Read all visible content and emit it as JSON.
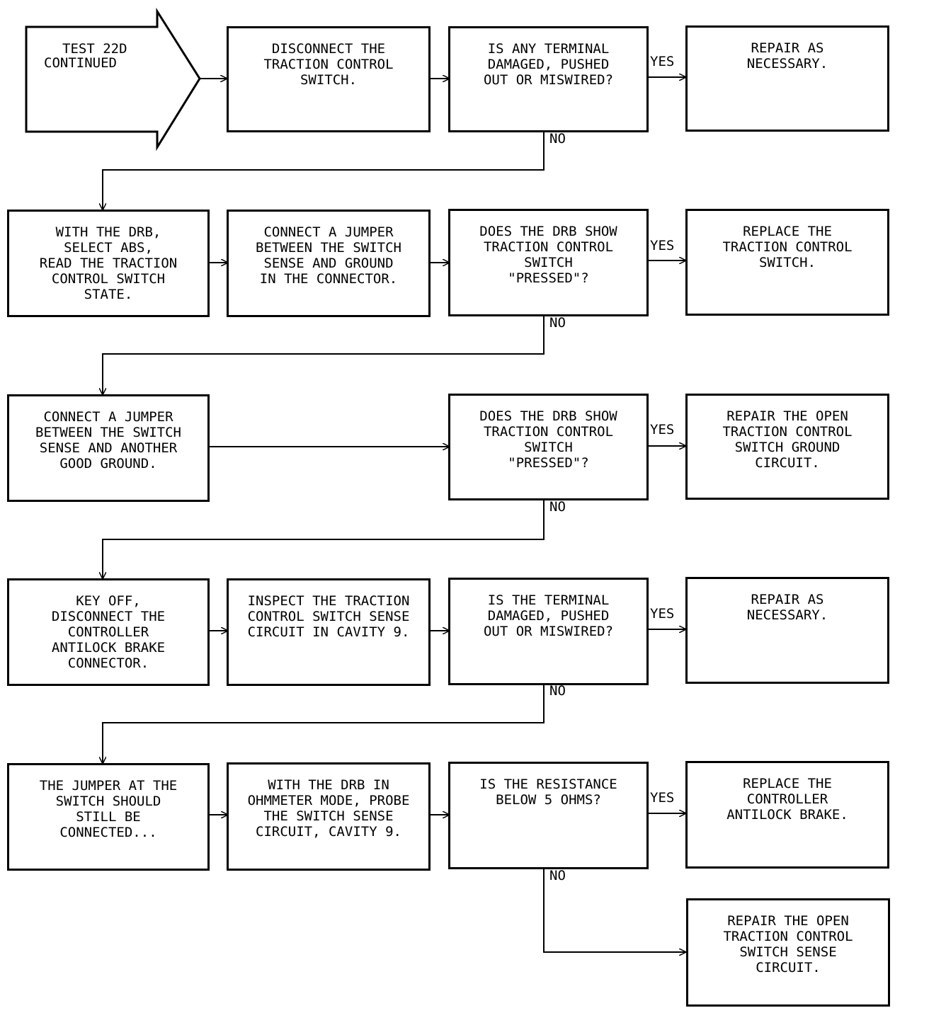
{
  "start": {
    "test": "TEST 22D",
    "continued": "CONTINUED"
  },
  "boxes": {
    "r1b1": "DISCONNECT THE\nTRACTION CONTROL\nSWITCH.",
    "r1b2": "IS ANY TERMINAL\nDAMAGED, PUSHED\nOUT OR MISWIRED?",
    "r1b3": "REPAIR AS\nNECESSARY.",
    "r2b0": "WITH THE DRB,\nSELECT ABS,\nREAD THE TRACTION\nCONTROL SWITCH\nSTATE.",
    "r2b1": "CONNECT A JUMPER\nBETWEEN THE SWITCH\nSENSE AND GROUND\nIN THE CONNECTOR.",
    "r2b2": "DOES THE DRB SHOW\nTRACTION CONTROL\nSWITCH\n\"PRESSED\"?",
    "r2b3": "REPLACE THE\nTRACTION CONTROL\nSWITCH.",
    "r3b0": "CONNECT A JUMPER\nBETWEEN THE SWITCH\nSENSE AND ANOTHER\nGOOD GROUND.",
    "r3b2": "DOES THE DRB SHOW\nTRACTION CONTROL\nSWITCH\n\"PRESSED\"?",
    "r3b3": "REPAIR THE OPEN\nTRACTION CONTROL\nSWITCH GROUND\nCIRCUIT.",
    "r4b0": "KEY OFF,\nDISCONNECT THE\nCONTROLLER\nANTILOCK BRAKE\nCONNECTOR.",
    "r4b1": "INSPECT THE TRACTION\nCONTROL SWITCH SENSE\nCIRCUIT IN CAVITY 9.",
    "r4b2": "IS THE TERMINAL\nDAMAGED, PUSHED\nOUT OR MISWIRED?",
    "r4b3": "REPAIR AS\nNECESSARY.",
    "r5b0": "THE JUMPER AT THE\nSWITCH SHOULD\nSTILL BE\nCONNECTED...",
    "r5b1": "WITH THE DRB IN\nOHMMETER MODE, PROBE\nTHE SWITCH SENSE\nCIRCUIT, CAVITY 9.",
    "r5b2": "IS THE RESISTANCE\nBELOW 5 OHMS?",
    "r5b3": "REPLACE THE\nCONTROLLER\nANTILOCK BRAKE.",
    "r6b3": "REPAIR THE OPEN\nTRACTION CONTROL\nSWITCH SENSE\nCIRCUIT."
  },
  "labels": {
    "yes": "YES",
    "no": "NO"
  }
}
